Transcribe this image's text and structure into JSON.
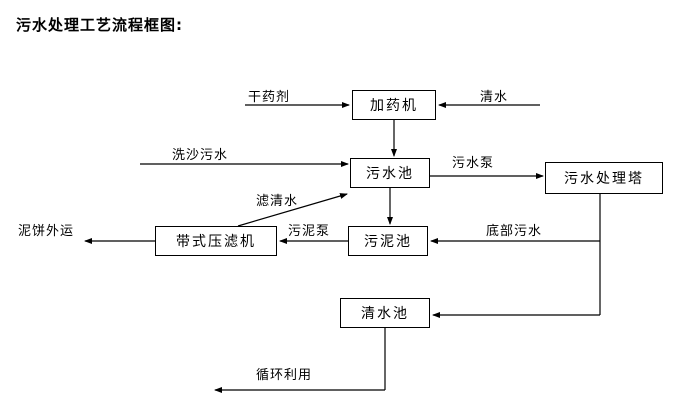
{
  "title": "污水处理工艺流程框图:",
  "nodes": {
    "dosing": "加药机",
    "sewage_pool": "污水池",
    "treatment_tower": "污水处理塔",
    "sludge_pool": "污泥池",
    "belt_press": "带式压滤机",
    "clean_pool": "清水池"
  },
  "labels": {
    "dry_agent": "干药剂",
    "clean_water": "清水",
    "sand_wash": "洗沙污水",
    "sewage_pump": "污水泵",
    "filtered_water": "滤清水",
    "sludge_pump": "污泥泵",
    "bottom_sewage": "底部污水",
    "mud_cake_out": "泥饼外运",
    "recycle": "循环利用"
  }
}
